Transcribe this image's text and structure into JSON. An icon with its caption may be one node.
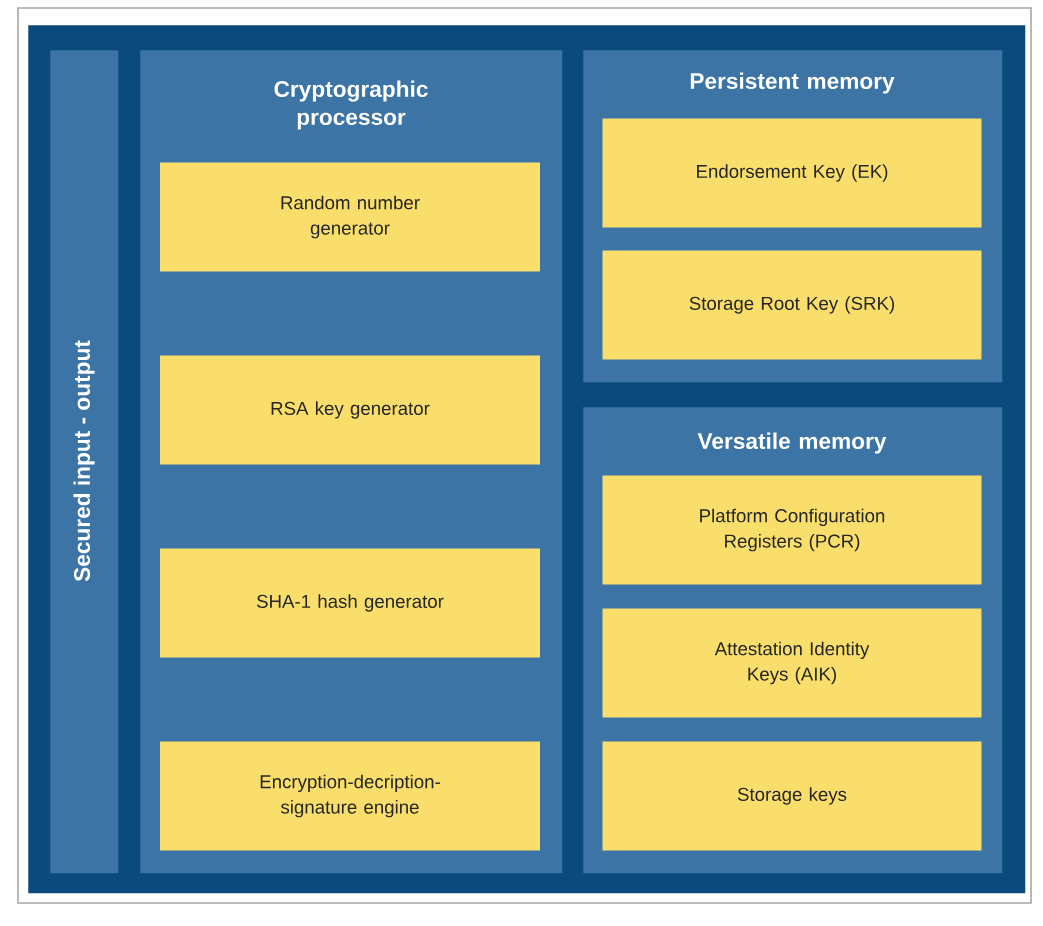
{
  "diagram": {
    "nodes": [
      {
        "text": [],
        "shape": "box"
      },
      {
        "text": [
          "Secured input - output"
        ],
        "in": 0
      },
      {
        "text": [
          "Cryptographic processor"
        ],
        "in": 0
      },
      {
        "text": [
          "Random number generator"
        ],
        "in": 2
      },
      {
        "text": [
          "RSA key generator"
        ],
        "in": 2
      },
      {
        "text": [
          "SHA-1 hash generator"
        ],
        "in": 2
      },
      {
        "text": [
          "Encryption-decription-signature engine"
        ],
        "in": 2
      },
      {
        "text": [
          "Persistent memory"
        ],
        "in": 0
      },
      {
        "text": [
          "Endorsement Key (EK)"
        ],
        "in": 7
      },
      {
        "text": [
          "Storage Root Key (SRK)"
        ],
        "in": 7
      },
      {
        "text": [
          "Versatile memory"
        ],
        "in": 0
      },
      {
        "text": [
          "Platform Configuration Registers (PCR)"
        ],
        "in": 10
      },
      {
        "text": [
          "Attestation Identity Keys (AIK)"
        ],
        "in": 10
      },
      {
        "text": [
          "Storage keys"
        ],
        "in": 10
      }
    ]
  }
}
